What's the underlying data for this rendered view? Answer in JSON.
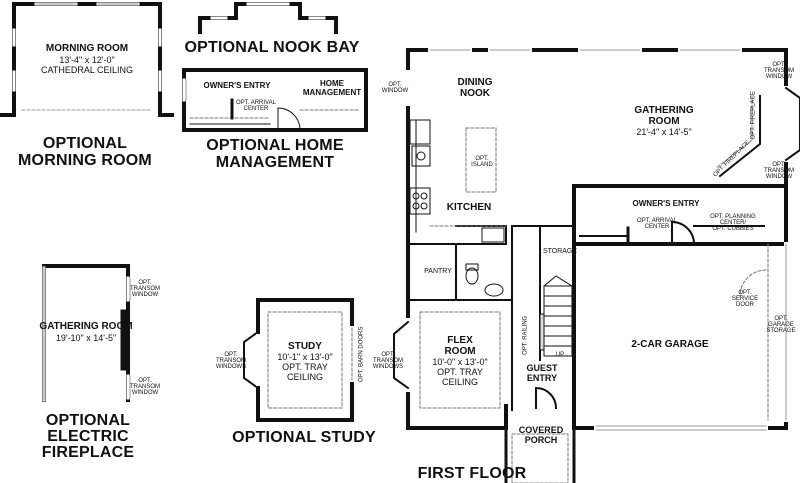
{
  "floor_title": "FIRST FLOOR",
  "option_titles": {
    "morning_room": [
      "OPTIONAL",
      "MORNING ROOM"
    ],
    "nook_bay": "OPTIONAL NOOK BAY",
    "home_management": [
      "OPTIONAL HOME",
      "MANAGEMENT"
    ],
    "electric_fireplace": [
      "OPTIONAL",
      "ELECTRIC",
      "FIREPLACE"
    ],
    "study": "OPTIONAL STUDY"
  },
  "rooms": {
    "morning_room": {
      "name": "MORNING ROOM",
      "dims": "13'-4\" x 12'-0\"",
      "note": "CATHEDRAL CEILING"
    },
    "gathering_room_alt": {
      "name": "GATHERING ROOM",
      "dims": "19'-10\" x 14'-5\""
    },
    "study": {
      "name": "STUDY",
      "dims": "10'-1\" x 13'-0\"",
      "note1": "OPT. TRAY",
      "note2": "CEILING"
    },
    "dining_nook": {
      "name1": "DINING",
      "name2": "NOOK"
    },
    "gathering_room": {
      "name1": "GATHERING",
      "name2": "ROOM",
      "dims": "21'-4\" x 14'-5\""
    },
    "kitchen": {
      "name": "KITCHEN"
    },
    "owners_entry": {
      "name": "OWNER'S ENTRY"
    },
    "pantry": {
      "name": "PANTRY"
    },
    "storage": {
      "name": "STORAGE"
    },
    "flex_room": {
      "name1": "FLEX",
      "name2": "ROOM",
      "dims": "10'-0\" x 13'-0\"",
      "note1": "OPT. TRAY",
      "note2": "CEILING"
    },
    "guest_entry": {
      "name1": "GUEST",
      "name2": "ENTRY"
    },
    "covered_porch": {
      "name1": "COVERED",
      "name2": "PORCH"
    },
    "garage": {
      "name": "2-CAR GARAGE"
    },
    "hm_owners_entry": {
      "name": "OWNER'S ENTRY"
    },
    "hm_home_management": {
      "name1": "HOME",
      "name2": "MANAGEMENT"
    }
  },
  "notes": {
    "opt_window": [
      "OPT.",
      "WINDOW"
    ],
    "opt_transom_window": [
      "OPT.",
      "TRANSOM",
      "WINDOW"
    ],
    "opt_transom_windows": [
      "OPT.",
      "TRANSOM",
      "WINDOWS"
    ],
    "opt_island": [
      "OPT.",
      "ISLAND"
    ],
    "opt_fireplace": "OPT. FIREPLACE",
    "opt_arrival_center": [
      "OPT. ARRIVAL",
      "CENTER"
    ],
    "opt_planning": [
      "OPT. PLANNING",
      "CENTER/",
      "OPT. CUBBIES"
    ],
    "opt_service_door": [
      "OPT.",
      "SERVICE",
      "DOOR"
    ],
    "opt_garage_storage": [
      "OPT.",
      "GARAGE",
      "STORAGE"
    ],
    "opt_railing": "OPT. RAILING",
    "opt_barn_doors": "OPT. BARN DOORS",
    "up": "UP"
  }
}
